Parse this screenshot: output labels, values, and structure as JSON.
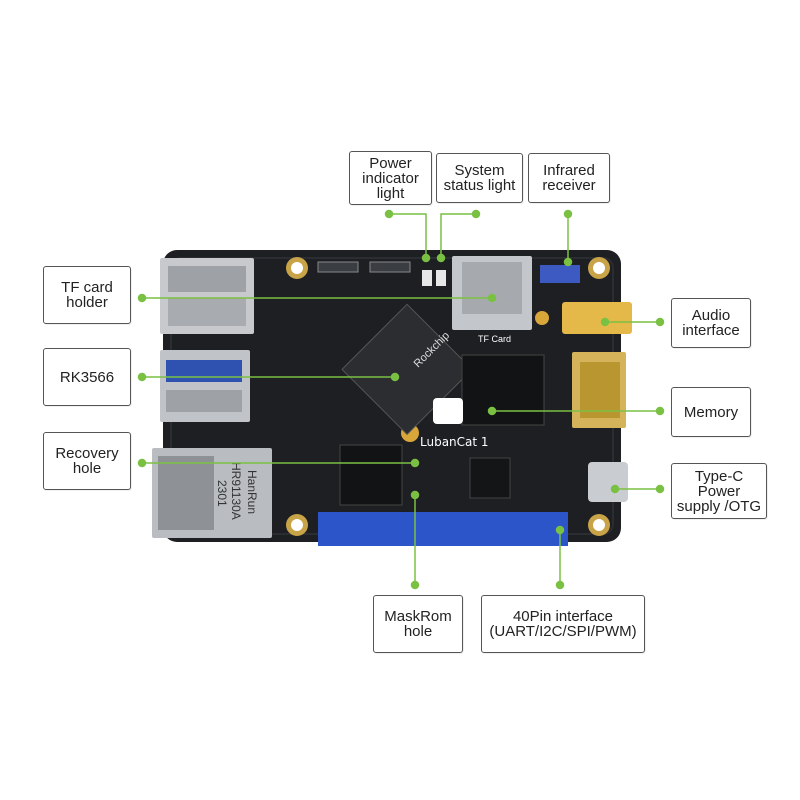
{
  "colors": {
    "leader_line": "#7ac143",
    "board": "#1d1f22",
    "gold": "#d9a63a",
    "header_blue": "#2b55c8"
  },
  "board": {
    "brand": "LubanCat 1",
    "chip_brand": "Rockchip",
    "tf_label": "TF Card",
    "eth_brand": "HanRun",
    "eth_model": "HR91130A",
    "eth_code": "2301"
  },
  "callouts": {
    "power_indicator": "Power\nindicator\nlight",
    "system_status": "System\nstatus light",
    "infrared": "Infrared\nreceiver",
    "tf_card": "TF card\nholder",
    "rk3566": "RK3566",
    "recovery": "Recovery\nhole",
    "audio": "Audio\ninterface",
    "memory": "Memory",
    "typec": "Type-C\nPower\nsupply /OTG",
    "maskrom": "MaskRom\nhole",
    "pin40": "40Pin interface\n(UART/I2C/SPI/PWM)"
  }
}
